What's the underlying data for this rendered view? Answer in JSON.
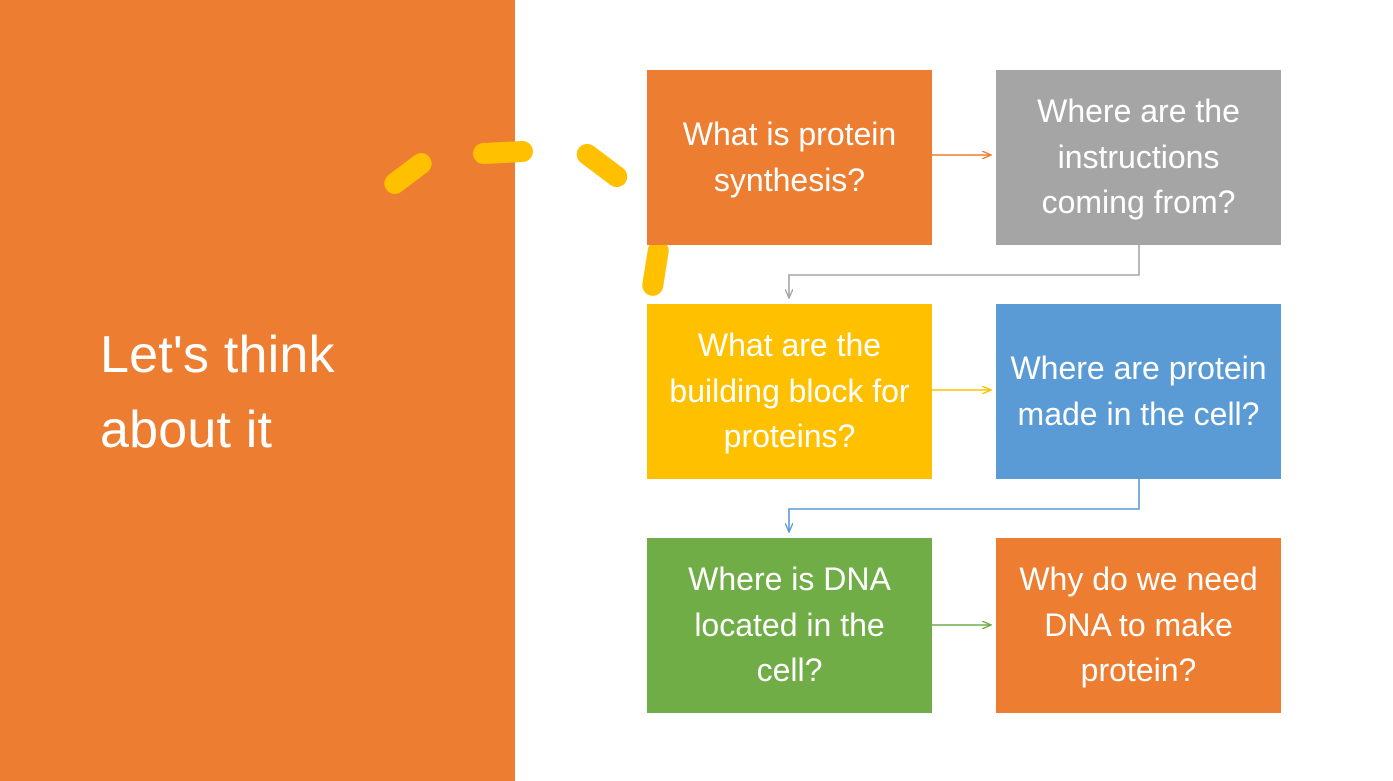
{
  "slide": {
    "title": "Let's think about it",
    "background_color": "#FFFFFF",
    "panel_color": "#ED7D31",
    "title_color": "#FFFFFF",
    "accent_color": "#FFC000"
  },
  "decorations": [
    {
      "name": "yellow-brush-stroke-1",
      "color": "#FFC000"
    },
    {
      "name": "yellow-brush-stroke-2",
      "color": "#FFC000"
    },
    {
      "name": "yellow-brush-stroke-3",
      "color": "#FFC000"
    },
    {
      "name": "yellow-brush-stroke-4",
      "color": "#FFC000"
    }
  ],
  "flowchart": {
    "nodes": [
      {
        "id": "n1",
        "label": "What is protein synthesis?",
        "color": "#ED7D31",
        "row": 1,
        "column": "left"
      },
      {
        "id": "n2",
        "label": "Where are the instructions coming from?",
        "color": "#A5A5A5",
        "row": 1,
        "column": "right"
      },
      {
        "id": "n3",
        "label": "What are the building block for proteins?",
        "color": "#FFC000",
        "row": 2,
        "column": "left"
      },
      {
        "id": "n4",
        "label": "Where are protein made in the cell?",
        "color": "#5B9BD5",
        "row": 2,
        "column": "right"
      },
      {
        "id": "n5",
        "label": "Where is DNA located in the cell?",
        "color": "#70AD47",
        "row": 3,
        "column": "left"
      },
      {
        "id": "n6",
        "label": "Why do we need DNA to make protein?",
        "color": "#ED7D31",
        "row": 3,
        "column": "right"
      }
    ],
    "connectors": [
      {
        "from": "n1",
        "to": "n2",
        "color": "#ED7D31",
        "kind": "straight-right"
      },
      {
        "from": "n2",
        "to": "n3",
        "color": "#A5A5A5",
        "kind": "elbow-down-left"
      },
      {
        "from": "n3",
        "to": "n4",
        "color": "#FFC000",
        "kind": "straight-right"
      },
      {
        "from": "n4",
        "to": "n5",
        "color": "#5B9BD5",
        "kind": "elbow-down-left"
      },
      {
        "from": "n5",
        "to": "n6",
        "color": "#70AD47",
        "kind": "straight-right"
      }
    ]
  }
}
